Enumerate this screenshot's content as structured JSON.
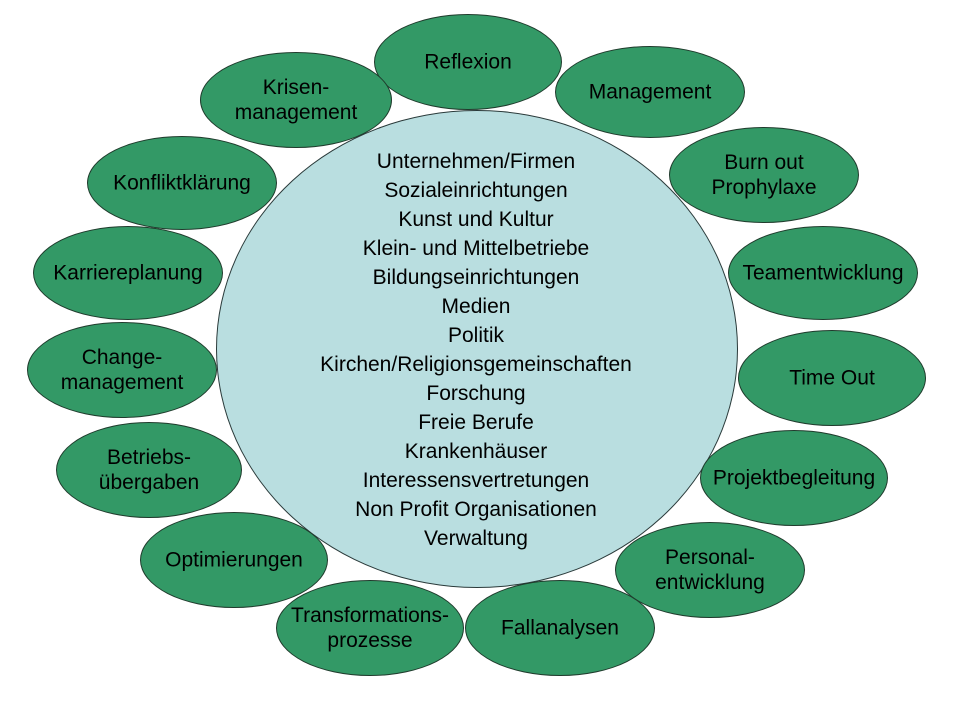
{
  "center": {
    "items": [
      "Unternehmen/Firmen",
      "Sozialeinrichtungen",
      "Kunst und Kultur",
      "Klein- und Mittelbetriebe",
      "Bildungseinrichtungen",
      "Medien",
      "Politik",
      "Kirchen/Religionsgemeinschaften",
      "Forschung",
      "Freie Berufe",
      "Krankenhäuser",
      "Interessensvertretungen",
      "Non Profit Organisationen",
      "Verwaltung"
    ]
  },
  "topics": [
    {
      "id": "reflexion",
      "label": "Reflexion"
    },
    {
      "id": "management",
      "label": "Management"
    },
    {
      "id": "krisenmanagement",
      "label": "Krisen-\nmanagement"
    },
    {
      "id": "burnout",
      "label": "Burn out\nProphylaxe"
    },
    {
      "id": "konfliktklaerung",
      "label": "Konfliktklärung"
    },
    {
      "id": "karriereplanung",
      "label": "Karriereplanung"
    },
    {
      "id": "teamentwicklung",
      "label": "Teamentwicklung"
    },
    {
      "id": "changemanagement",
      "label": "Change-\nmanagement"
    },
    {
      "id": "timeout",
      "label": "Time Out"
    },
    {
      "id": "betriebsuebergaben",
      "label": "Betriebs-\nübergaben"
    },
    {
      "id": "projektbegleitung",
      "label": "Projektbegleitung"
    },
    {
      "id": "optimierungen",
      "label": "Optimierungen"
    },
    {
      "id": "personalentwicklung",
      "label": "Personal-\nentwicklung"
    },
    {
      "id": "transformationsprozesse",
      "label": "Transformations-\nprozesse"
    },
    {
      "id": "fallanalysen",
      "label": "Fallanalysen"
    }
  ],
  "colors": {
    "topic_fill": "#339966",
    "center_fill": "#b9dee0"
  }
}
